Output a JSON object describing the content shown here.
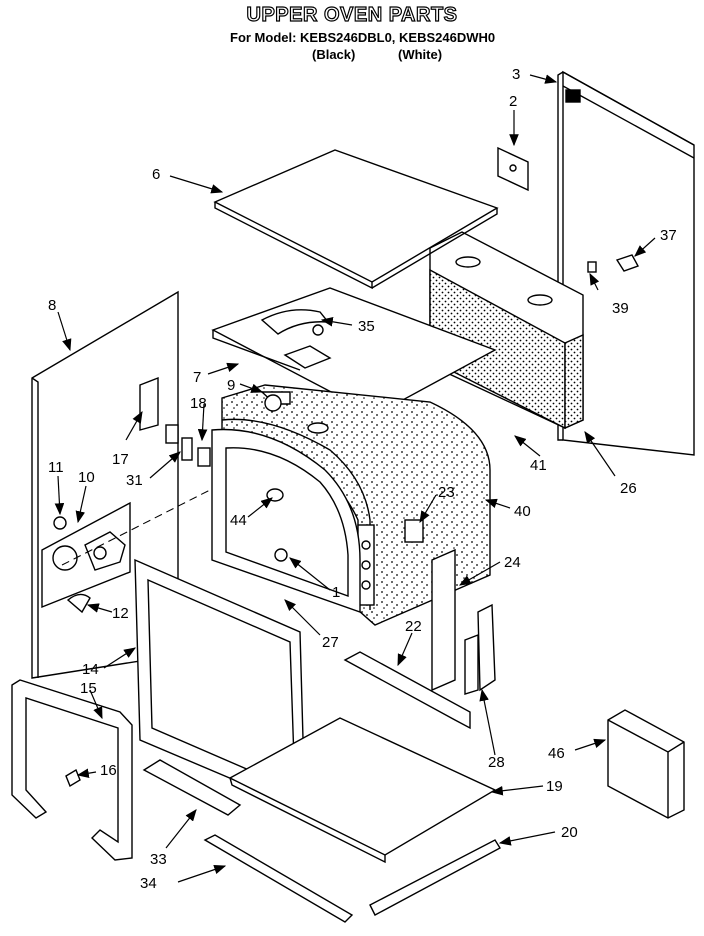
{
  "header": {
    "title": "UPPER OVEN PARTS",
    "model_line": "For Model: KEBS246DBL0, KEBS246DWH0",
    "color_black": "(Black)",
    "color_white": "(White)"
  },
  "callouts": [
    {
      "id": "c1",
      "label": "1"
    },
    {
      "id": "c2",
      "label": "2"
    },
    {
      "id": "c3",
      "label": "3"
    },
    {
      "id": "c6",
      "label": "6"
    },
    {
      "id": "c7",
      "label": "7"
    },
    {
      "id": "c8",
      "label": "8"
    },
    {
      "id": "c9",
      "label": "9"
    },
    {
      "id": "c10",
      "label": "10"
    },
    {
      "id": "c11",
      "label": "11"
    },
    {
      "id": "c12",
      "label": "12"
    },
    {
      "id": "c14",
      "label": "14"
    },
    {
      "id": "c15",
      "label": "15"
    },
    {
      "id": "c16",
      "label": "16"
    },
    {
      "id": "c17",
      "label": "17"
    },
    {
      "id": "c18",
      "label": "18"
    },
    {
      "id": "c19",
      "label": "19"
    },
    {
      "id": "c20",
      "label": "20"
    },
    {
      "id": "c22",
      "label": "22"
    },
    {
      "id": "c23",
      "label": "23"
    },
    {
      "id": "c24",
      "label": "24"
    },
    {
      "id": "c26",
      "label": "26"
    },
    {
      "id": "c27",
      "label": "27"
    },
    {
      "id": "c28",
      "label": "28"
    },
    {
      "id": "c31",
      "label": "31"
    },
    {
      "id": "c33",
      "label": "33"
    },
    {
      "id": "c34",
      "label": "34"
    },
    {
      "id": "c35",
      "label": "35"
    },
    {
      "id": "c37",
      "label": "37"
    },
    {
      "id": "c39",
      "label": "39"
    },
    {
      "id": "c40",
      "label": "40"
    },
    {
      "id": "c41",
      "label": "41"
    },
    {
      "id": "c44",
      "label": "44"
    },
    {
      "id": "c46",
      "label": "46"
    }
  ]
}
